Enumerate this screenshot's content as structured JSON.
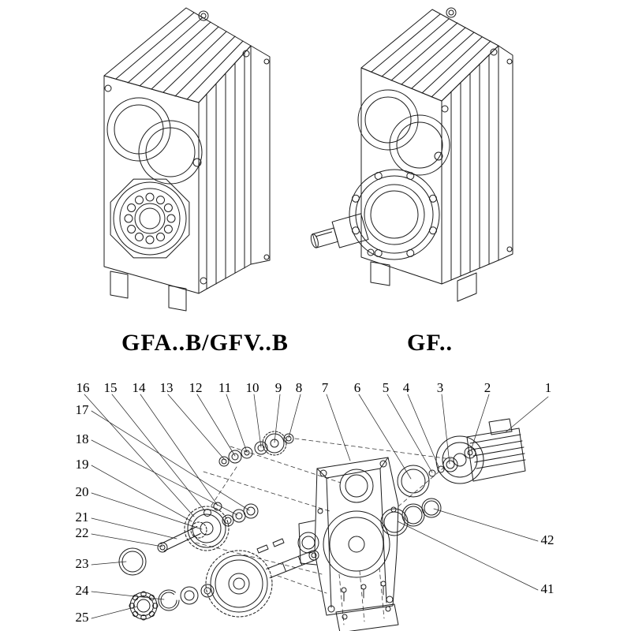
{
  "models": {
    "left_label": "GFA..B/GFV..B",
    "right_label": "GF.."
  },
  "parts": {
    "top": [
      "16",
      "15",
      "14",
      "13",
      "12",
      "11",
      "10",
      "9",
      "8",
      "7",
      "6",
      "5",
      "4",
      "3",
      "2",
      "1"
    ],
    "left": [
      "17",
      "18",
      "19",
      "20",
      "21",
      "22",
      "23",
      "24",
      "25"
    ],
    "right": [
      "42",
      "41"
    ]
  }
}
